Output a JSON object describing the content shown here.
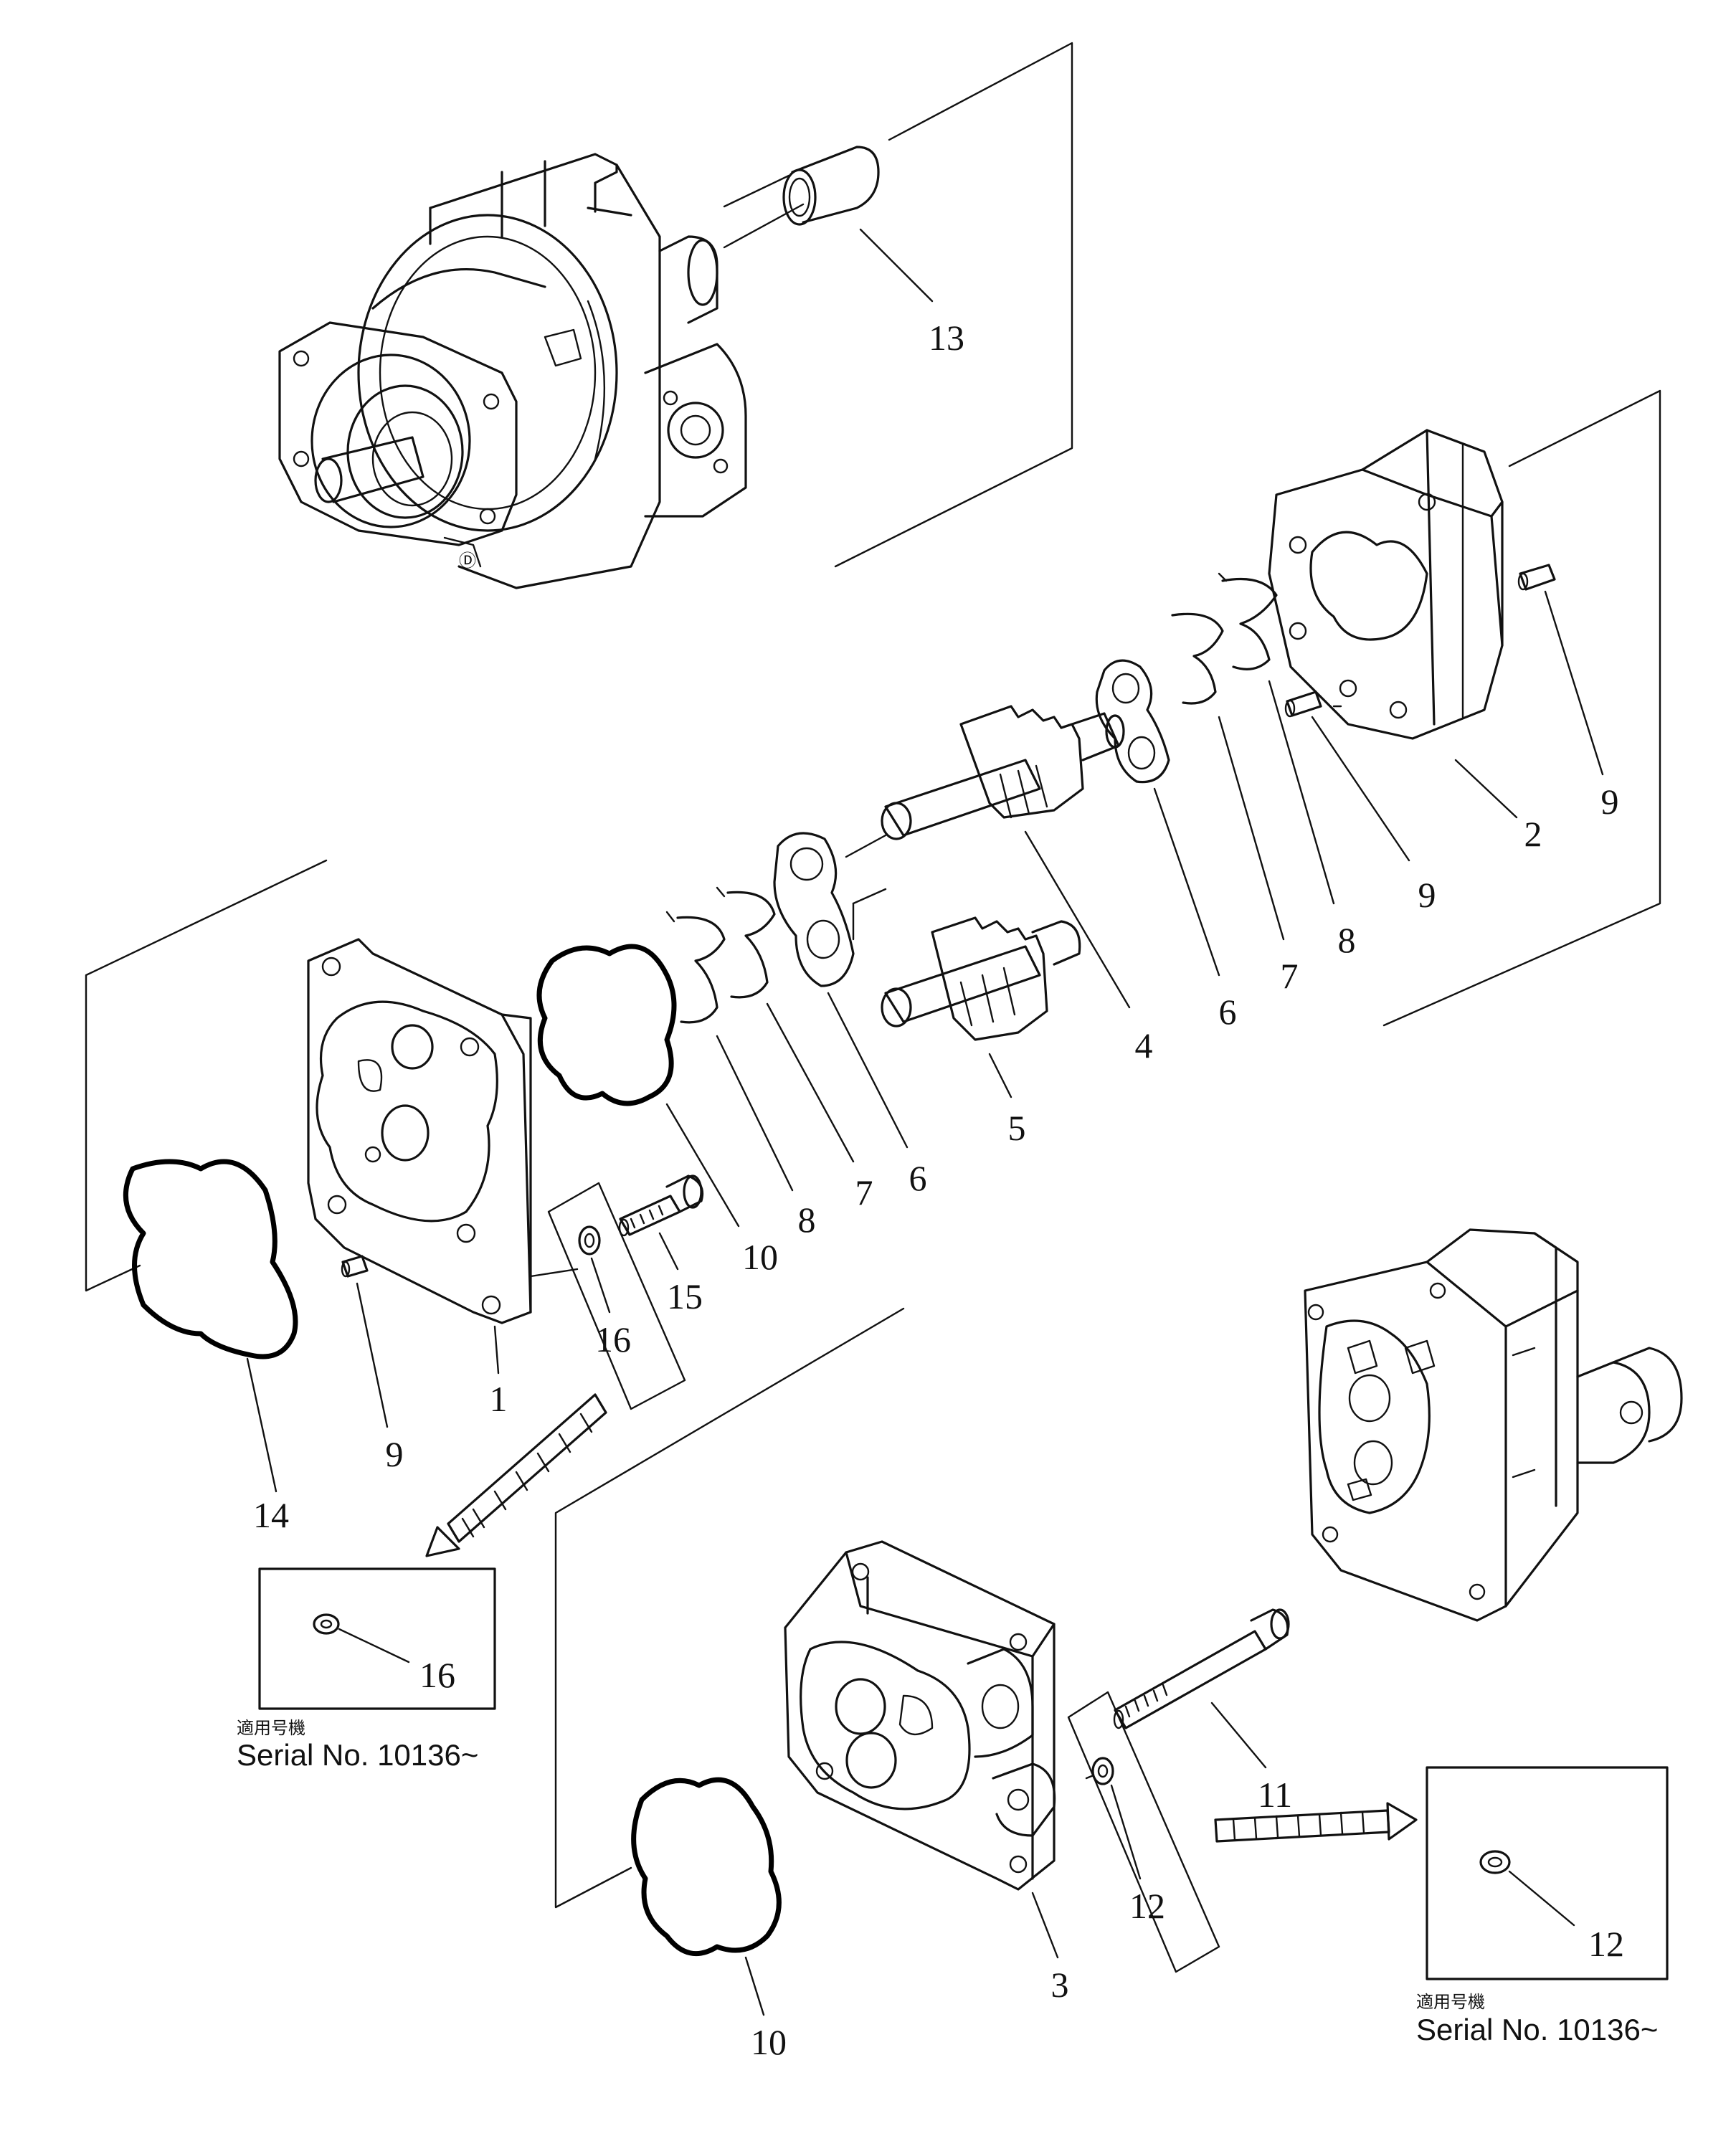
{
  "diagram": {
    "callouts": {
      "c1": "1",
      "c2": "2",
      "c3": "3",
      "c4": "4",
      "c5": "5",
      "c6a": "6",
      "c6b": "6",
      "c7a": "7",
      "c7b": "7",
      "c8a": "8",
      "c8b": "8",
      "c9a": "9",
      "c9b": "9",
      "c9c": "9",
      "c10a": "10",
      "c10b": "10",
      "c11": "11",
      "c12a": "12",
      "c12b": "12",
      "c13": "13",
      "c14": "14",
      "c15": "15",
      "c16a": "16",
      "c16b": "16"
    },
    "inset_left": {
      "part_no": "16",
      "jp_label": "適用号機",
      "serial": "Serial No. 10136~"
    },
    "inset_right": {
      "part_no": "12",
      "jp_label": "適用号機",
      "serial": "Serial No. 10136~"
    }
  }
}
